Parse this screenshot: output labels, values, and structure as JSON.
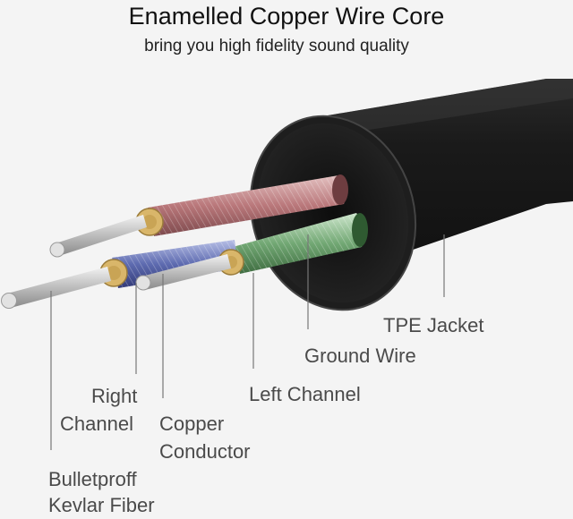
{
  "header": {
    "title": "Enamelled Copper Wire Core",
    "subtitle": "bring you high fidelity sound quality"
  },
  "labels": {
    "tpe_jacket": "TPE Jacket",
    "ground_wire": "Ground Wire",
    "left_channel": "Left Channel",
    "right_channel_line1": "Right",
    "right_channel_line2": "Channel",
    "copper_conductor_line1": "Copper",
    "copper_conductor_line2": "Conductor",
    "kevlar_line1": "Bulletproff",
    "kevlar_line2": "Kevlar Fiber"
  },
  "colors": {
    "background": "#f4f4f4",
    "jacket": "#1c1c1c",
    "ground_wire": "#b9777a",
    "left_channel": "#72a874",
    "right_channel": "#5e6bb0",
    "copper": "#d9b66a",
    "kevlar": "#c7c7c7",
    "leader_line": "#777777"
  }
}
